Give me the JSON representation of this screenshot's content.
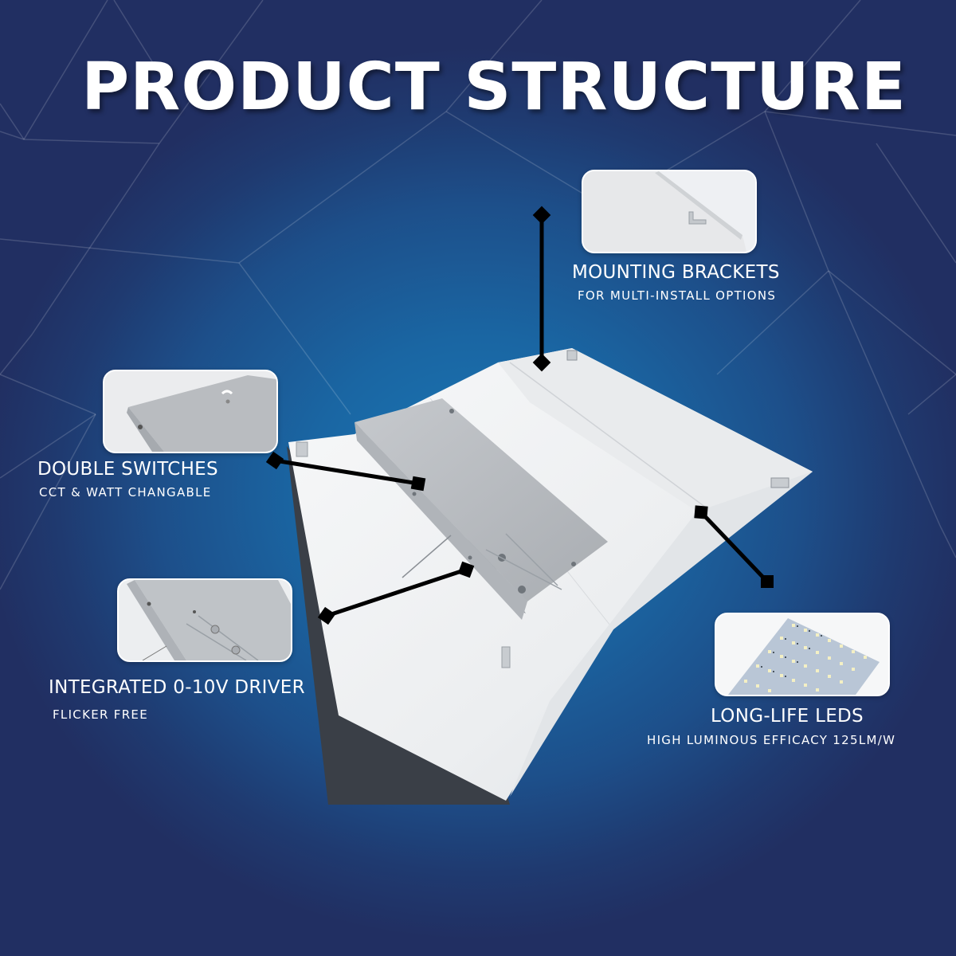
{
  "title": "PRODUCT STRUCTURE",
  "colors": {
    "background_center": "#1a78b6",
    "background_edge": "#212f62",
    "text": "#ffffff",
    "callout_line": "#000000",
    "panel": "#f1f2f4",
    "driver_box": "#b9bdc2"
  },
  "features": [
    {
      "id": "mounting-brackets",
      "title": "MOUNTING BRACKETS",
      "subtitle": "FOR MULTI-INSTALL OPTIONS",
      "thumbnail": "bracket-closeup"
    },
    {
      "id": "double-switches",
      "title": "DOUBLE SWITCHES",
      "subtitle": "CCT & WATT CHANGABLE",
      "thumbnail": "switch-box-closeup"
    },
    {
      "id": "integrated-driver",
      "title": "INTEGRATED 0-10V DRIVER",
      "subtitle": "FLICKER FREE",
      "thumbnail": "driver-closeup"
    },
    {
      "id": "long-life-leds",
      "title": "LONG-LIFE LEDS",
      "subtitle": "HIGH LUMINOUS EFFICACY 125LM/W",
      "thumbnail": "led-board-closeup"
    }
  ]
}
